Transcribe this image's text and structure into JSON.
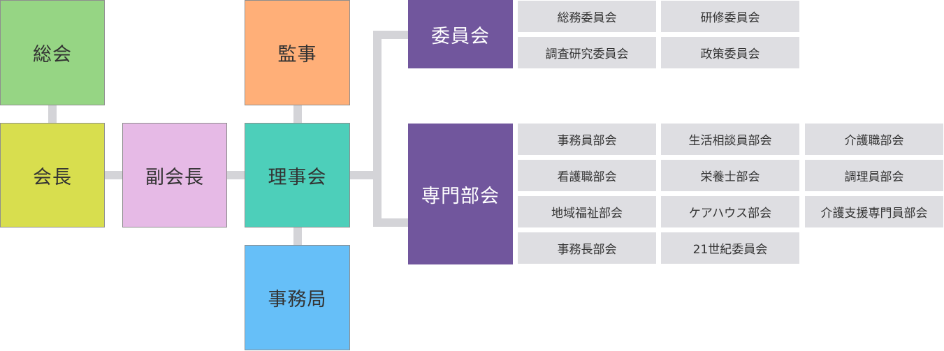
{
  "nodes": {
    "soukai": {
      "label": "総会",
      "color": "#96d584"
    },
    "kaicho": {
      "label": "会長",
      "color": "#d8de4e"
    },
    "fukukaicho": {
      "label": "副会長",
      "color": "#e6bae6"
    },
    "kanji": {
      "label": "監事",
      "color": "#ffaf78"
    },
    "rijikai": {
      "label": "理事会",
      "color": "#4dcfba"
    },
    "jimukyoku": {
      "label": "事務局",
      "color": "#66bff8"
    },
    "iinkai": {
      "label": "委員会",
      "color": "#71569d"
    },
    "senmonbukai": {
      "label": "専門部会",
      "color": "#71569d"
    }
  },
  "committees": [
    "総務委員会",
    "研修委員会",
    "調査研究委員会",
    "政策委員会"
  ],
  "sections": [
    "事務員部会",
    "生活相談員部会",
    "介護職部会",
    "看護職部会",
    "栄養士部会",
    "調理員部会",
    "地域福祉部会",
    "ケアハウス部会",
    "介護支援専門員部会",
    "事務長部会",
    "21世紀委員会"
  ],
  "colors": {
    "connector": "#d4d4d8",
    "cell_bg": "#dedee2",
    "border": "#8e8e8e"
  }
}
